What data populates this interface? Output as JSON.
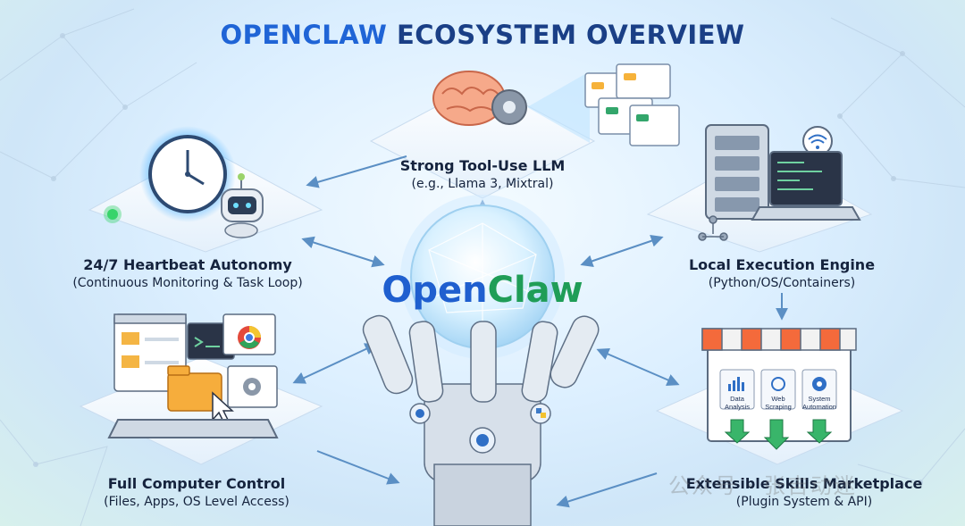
{
  "title": {
    "brand": "OPENCLAW",
    "rest": "ECOSYSTEM OVERVIEW"
  },
  "center_logo": {
    "part1": "Open",
    "part2": "Claw"
  },
  "nodes": {
    "llm": {
      "heading": "Strong Tool-Use LLM",
      "sub": "(e.g., Llama 3, Mixtral)"
    },
    "heartbeat": {
      "heading": "24/7 Heartbeat Autonomy",
      "sub": "(Continuous Monitoring & Task Loop)"
    },
    "execution": {
      "heading": "Local Execution Engine",
      "sub": "(Python/OS/Containers)"
    },
    "computer": {
      "heading": "Full Computer Control",
      "sub": "(Files, Apps, OS Level Access)"
    },
    "marketplace": {
      "heading": "Extensible Skills Marketplace",
      "sub": "(Plugin System & API)",
      "tiles": [
        {
          "l1": "Data",
          "l2": "Analysis",
          "icon": "bar-chart-icon"
        },
        {
          "l1": "Web",
          "l2": "Scraping",
          "icon": "magnifier-icon"
        },
        {
          "l1": "System",
          "l2": "Automation",
          "icon": "gear-icon"
        }
      ]
    }
  },
  "watermark": "公众号 · 张吉动迷",
  "colors": {
    "title_dark": "#1a3f86",
    "title_accent": "#1f64d6",
    "brand_blue": "#1f5fcf",
    "brand_green": "#1f9d57",
    "arrow": "#5b8fc4"
  }
}
